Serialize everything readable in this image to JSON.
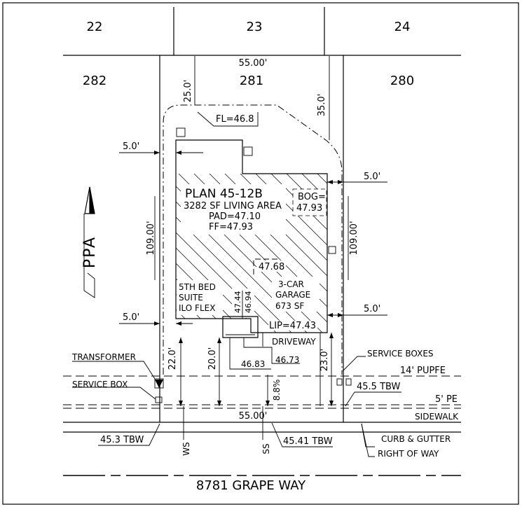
{
  "lots": {
    "rear_left": "22",
    "rear_center": "23",
    "rear_right": "24",
    "left": "282",
    "subject": "281",
    "right": "280"
  },
  "dimensions": {
    "rear_width": "55.00'",
    "front_width": "55.00'",
    "left_depth": "109.00'",
    "right_depth": "109.00'",
    "rear_setback": "25.0'",
    "rear_right_setback": "35.0'",
    "side_left_upper": "5.0'",
    "side_right_upper": "5.0'",
    "side_left_lower": "5.0'",
    "side_right_lower": "5.0'",
    "front_left": "22.0'",
    "front_center": "20.0'",
    "front_right": "23.0'",
    "driveway_slope": "8.8%"
  },
  "house": {
    "plan": "PLAN 45-12B",
    "living_area": "3282 SF LIVING AREA",
    "pad": "PAD=47.10",
    "ff": "FF=47.93",
    "bog": "BOG=\n47.93",
    "bog_line1": "BOG=",
    "bog_line2": "47.93",
    "garage_elev": "47.68",
    "suite_line1": "5TH BED",
    "suite_line2": "SUITE",
    "suite_line3": "ILO FLEX",
    "elev_a": "47.44",
    "elev_b": "46.94",
    "garage_line1": "3-CAR",
    "garage_line2": "GARAGE",
    "garage_line3": "673 SF",
    "lip": "LIP=47.43",
    "fl": "FL=46.8"
  },
  "frontage": {
    "driveway": "DRIVEWAY",
    "elev_left": "46.83",
    "elev_right": "46.73",
    "transformer": "TRANSFORMER",
    "service_box": "SERVICE BOX",
    "service_boxes": "SERVICE BOXES",
    "pupfe": "14' PUPFE",
    "tbw_right": "45.5 TBW",
    "pe": "5' PE",
    "sidewalk": "SIDEWALK",
    "tbw_left": "45.3 TBW",
    "tbw_center": "45.41 TBW",
    "curb": "CURB & GUTTER",
    "row": "RIGHT OF WAY",
    "ws": "WS",
    "ss": "SS"
  },
  "street": "8781 GRAPE WAY",
  "north_arrow": "PPA"
}
